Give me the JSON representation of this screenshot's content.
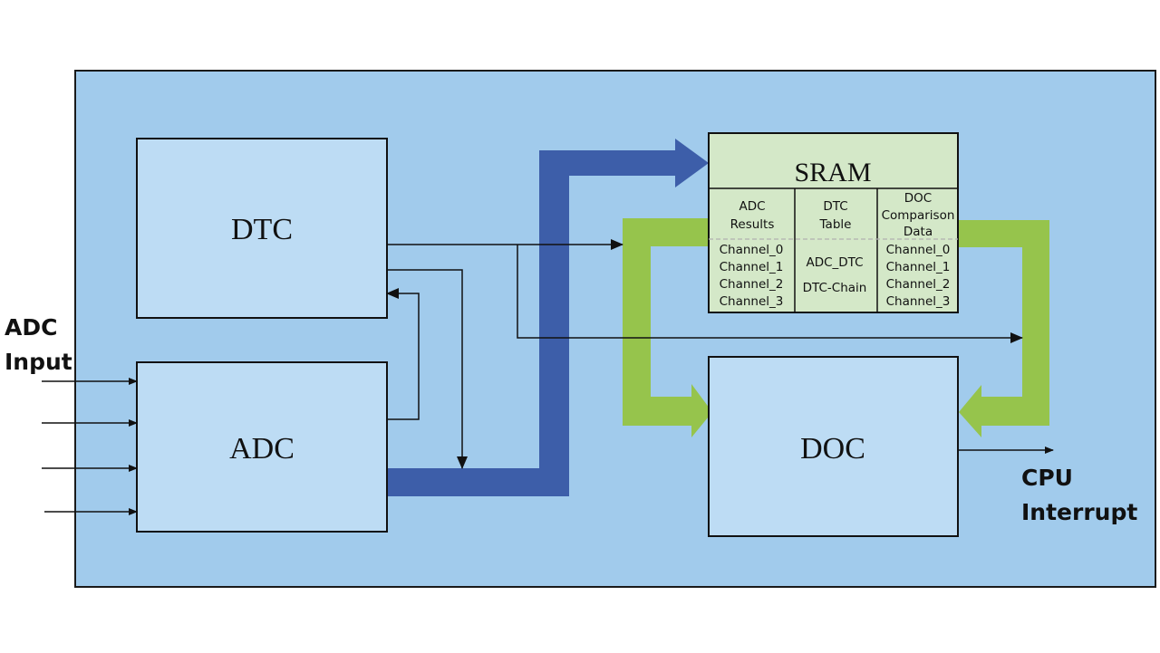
{
  "diagram": {
    "colors": {
      "background_panel": "#a1cbec",
      "block_fill": "#bddcf4",
      "sram_fill": "#d4e8c8",
      "bus_blue": "#3d5ea9",
      "bus_green": "#96c44c",
      "line": "#111111"
    },
    "external_labels": {
      "adc_input_line1": "ADC",
      "adc_input_line2": "Input",
      "cpu_interrupt_line1": "CPU",
      "cpu_interrupt_line2": "Interrupt"
    },
    "blocks": {
      "dtc": "DTC",
      "adc": "ADC",
      "doc": "DOC"
    },
    "sram": {
      "title": "SRAM",
      "columns": [
        {
          "header": [
            "ADC",
            "Results"
          ],
          "rows": [
            "Channel_0",
            "Channel_1",
            "Channel_2",
            "Channel_3"
          ]
        },
        {
          "header": [
            "DTC",
            "Table"
          ],
          "rows": [
            "ADC_DTC",
            "DTC-Chain"
          ]
        },
        {
          "header": [
            "DOC",
            "Comparison",
            "Data"
          ],
          "rows": [
            "Channel_0",
            "Channel_1",
            "Channel_2",
            "Channel_3"
          ]
        }
      ]
    },
    "connections": [
      {
        "from": "ADC Input",
        "to": "ADC",
        "count": 4
      },
      {
        "from": "ADC",
        "to": "SRAM",
        "type": "bus"
      },
      {
        "from": "DTC",
        "to": "ADC",
        "type": "signal"
      },
      {
        "from": "ADC",
        "to": "DTC",
        "type": "signal"
      },
      {
        "from": "DTC",
        "to": "SRAM/DOC",
        "type": "signal"
      },
      {
        "from": "SRAM ADC Results",
        "to": "DOC",
        "type": "bus"
      },
      {
        "from": "SRAM DOC Comparison Data",
        "to": "DOC",
        "type": "bus"
      },
      {
        "from": "DOC",
        "to": "CPU Interrupt",
        "type": "signal"
      }
    ]
  }
}
